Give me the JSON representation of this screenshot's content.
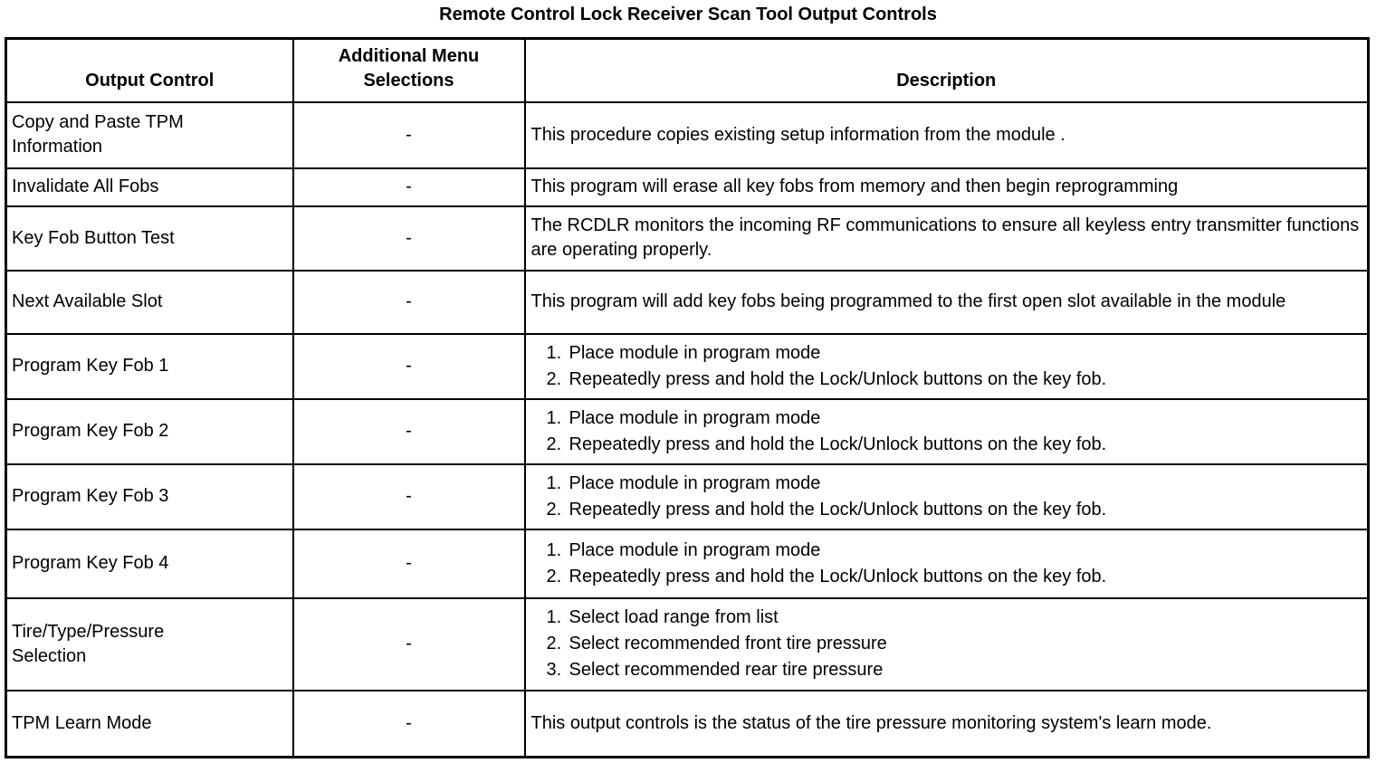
{
  "title": "Remote Control Lock Receiver Scan Tool Output Controls",
  "colors": {
    "text": "#000000",
    "border": "#000000",
    "background": "#ffffff"
  },
  "table": {
    "headers": [
      "Output Control",
      "Additional Menu Selections",
      "Description"
    ],
    "rows": [
      {
        "output_control": "Copy and Paste TPM Information",
        "additional_menu": "-",
        "description": "This procedure copies existing setup information from the module ."
      },
      {
        "output_control": "Invalidate All Fobs",
        "additional_menu": "-",
        "description": "This program will erase all key fobs from memory and then begin reprogramming"
      },
      {
        "output_control": "Key Fob Button Test",
        "additional_menu": "-",
        "description": "The RCDLR monitors the incoming RF communications to ensure all keyless entry transmitter functions are operating properly."
      },
      {
        "output_control": "Next Available Slot",
        "additional_menu": "-",
        "description": "This program will add key fobs being programmed to the first open slot available in the module"
      },
      {
        "output_control": "Program Key Fob 1",
        "additional_menu": "-",
        "steps": [
          "Place module in program mode",
          "Repeatedly press and hold the Lock/Unlock buttons on the key fob."
        ]
      },
      {
        "output_control": "Program Key Fob 2",
        "additional_menu": "-",
        "steps": [
          "Place module in program mode",
          "Repeatedly press and hold the Lock/Unlock buttons on the key fob."
        ]
      },
      {
        "output_control": "Program Key Fob 3",
        "additional_menu": "-",
        "steps": [
          "Place module in program mode",
          "Repeatedly press and hold the Lock/Unlock buttons on the key fob."
        ]
      },
      {
        "output_control": "Program Key Fob 4",
        "additional_menu": "-",
        "steps": [
          "Place module in program mode",
          "Repeatedly press and hold the Lock/Unlock buttons on the key fob."
        ]
      },
      {
        "output_control": "Tire/Type/Pressure Selection",
        "additional_menu": "-",
        "steps": [
          "Select load range from list",
          "Select recommended front tire pressure",
          "Select recommended rear tire pressure"
        ]
      },
      {
        "output_control": "TPM Learn Mode",
        "additional_menu": "-",
        "description": "This output controls is the status of the tire pressure monitoring system's learn mode."
      }
    ]
  }
}
